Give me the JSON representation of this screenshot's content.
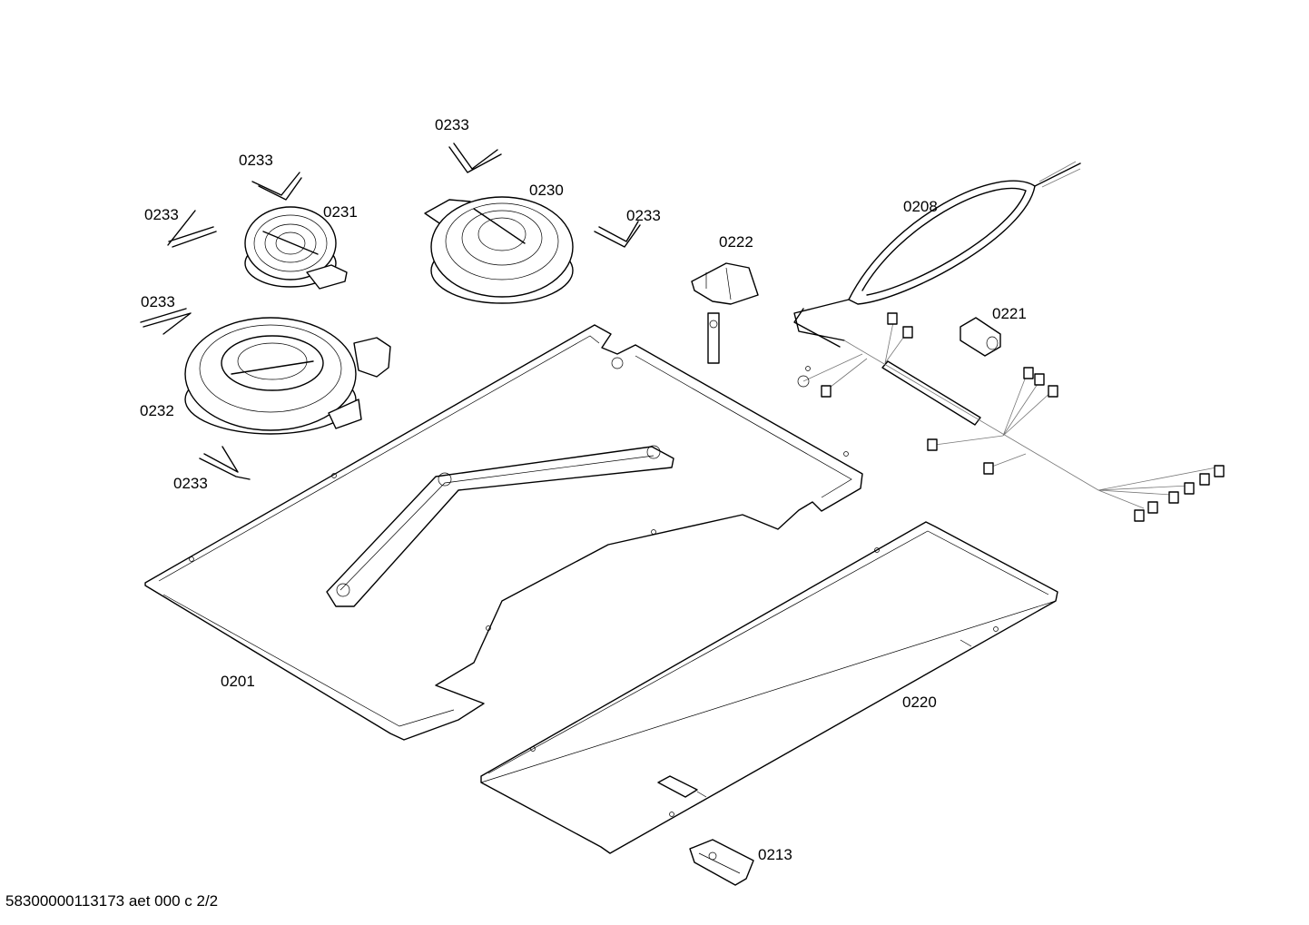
{
  "labels": {
    "p0233_a": "0233",
    "p0233_b": "0233",
    "p0233_c": "0233",
    "p0233_d": "0233",
    "p0233_e": "0233",
    "p0233_f": "0233",
    "p0231": "0231",
    "p0230": "0230",
    "p0232": "0232",
    "p0222": "0222",
    "p0208": "0208",
    "p0221": "0221",
    "p0201": "0201",
    "p0220": "0220",
    "p0213": "0213"
  },
  "footer": "58300000113173 aet 000 c 2/2"
}
